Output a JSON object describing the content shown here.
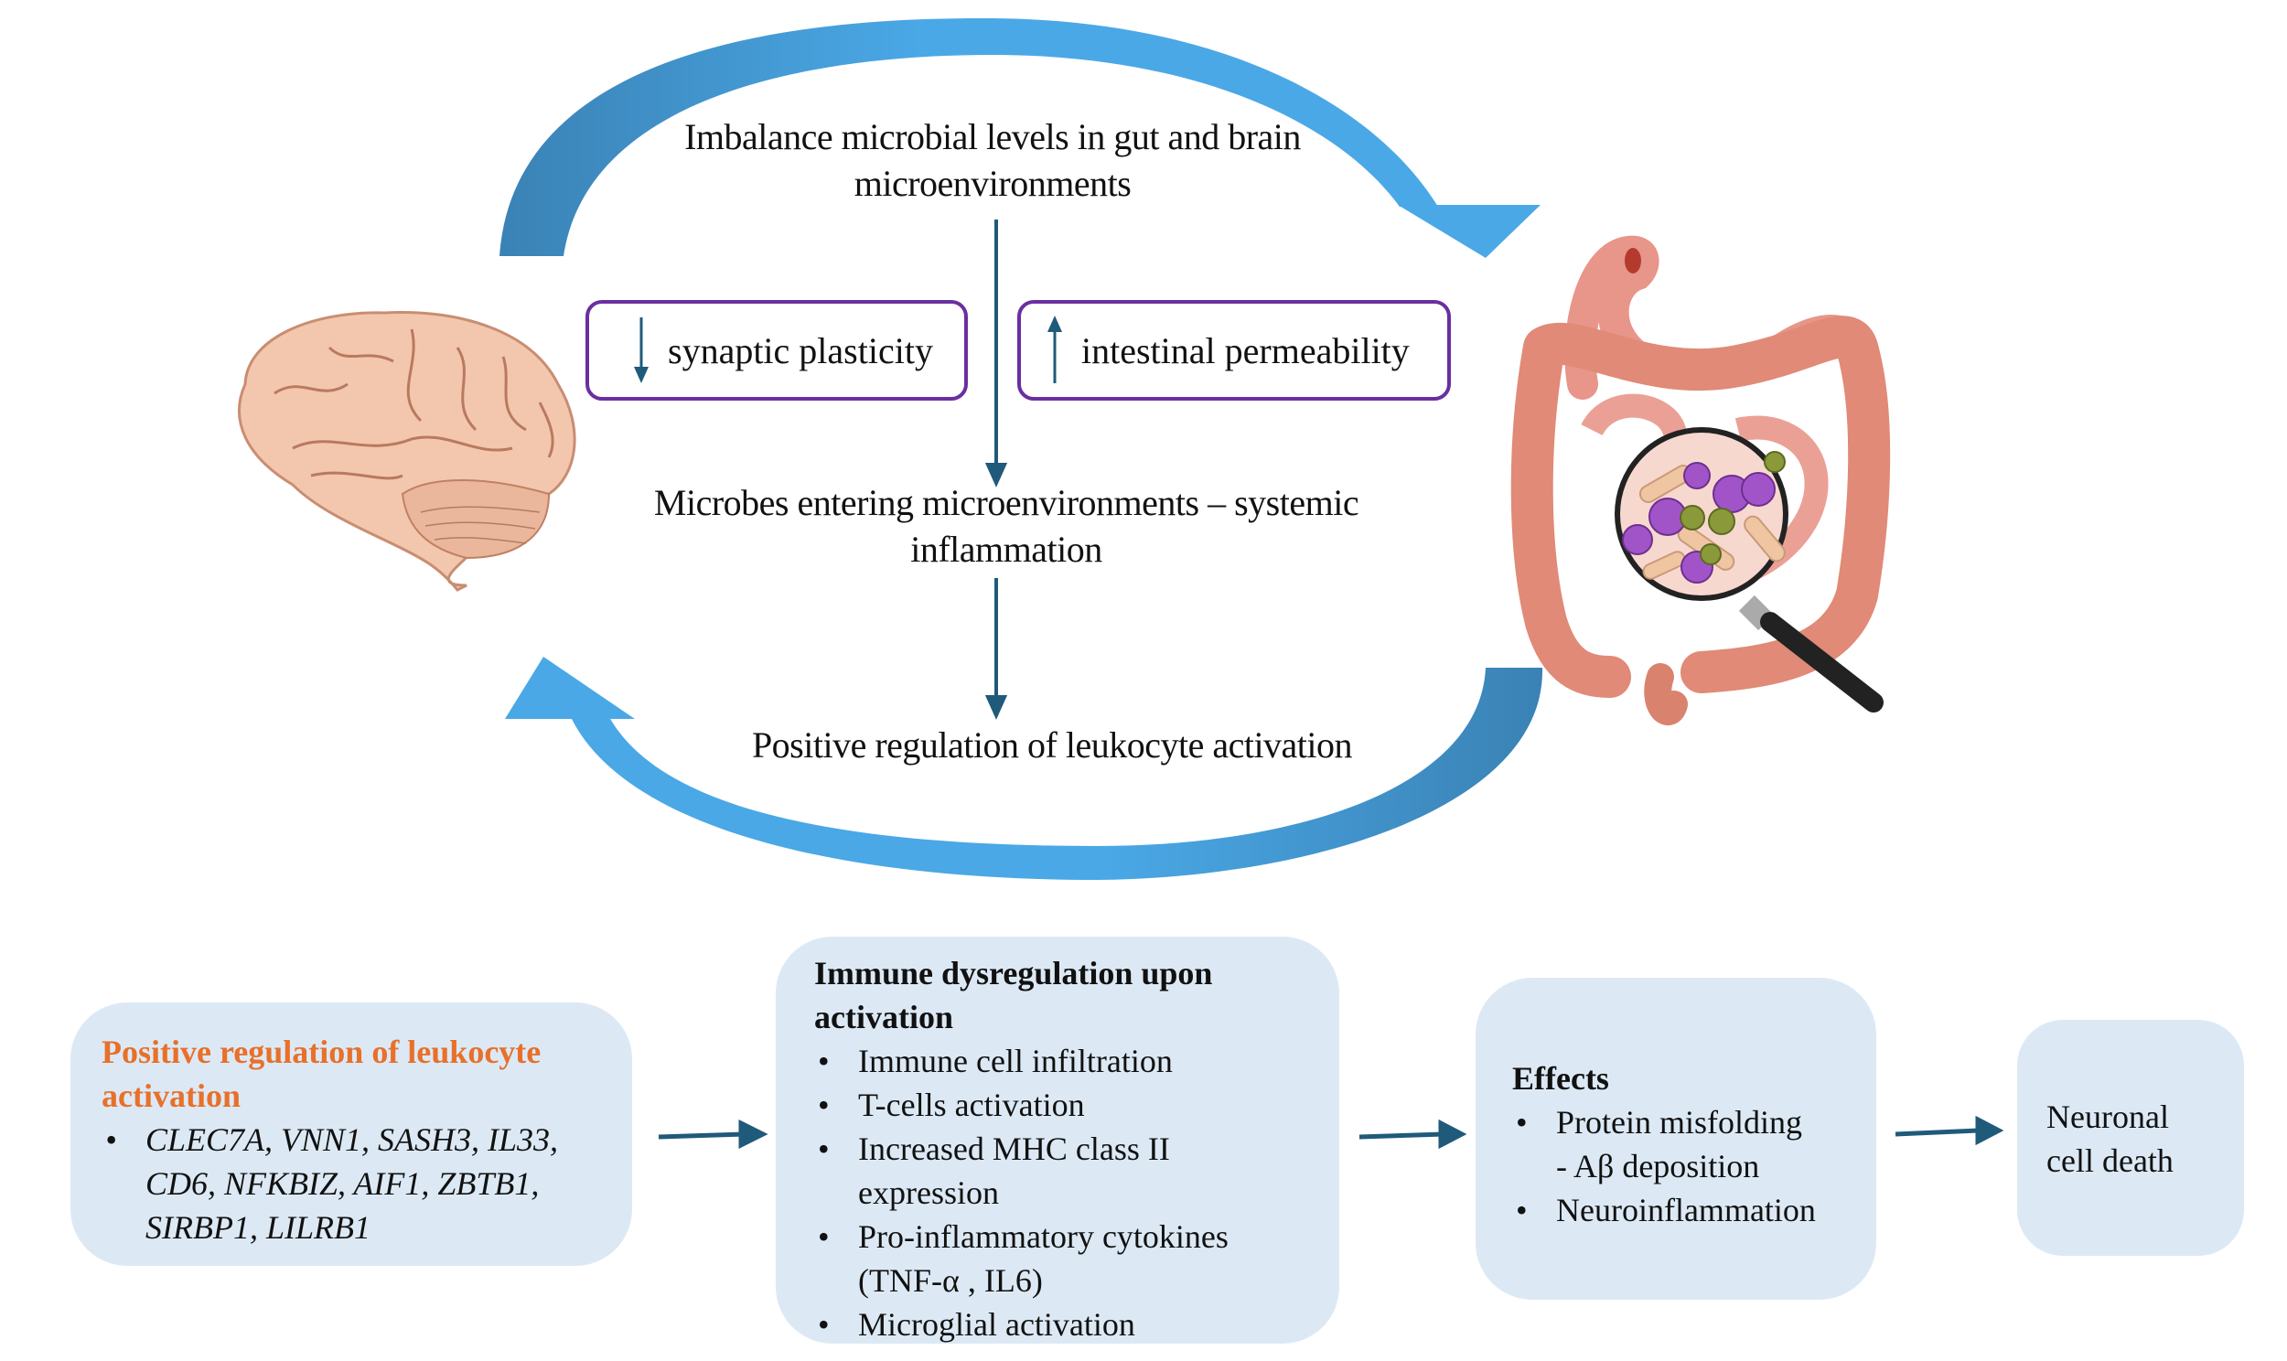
{
  "top_cycle": {
    "top_text": [
      "Imbalance microbial levels in gut and brain",
      "microenvironments"
    ],
    "left_box": {
      "arrow": "down-arrow",
      "label": "synaptic plasticity"
    },
    "right_box": {
      "arrow": "up-arrow",
      "label": "intestinal permeability"
    },
    "middle_text": [
      "Microbes entering microenvironments – systemic",
      "inflammation"
    ],
    "bottom_text": "Positive regulation of leukocyte activation",
    "images": {
      "left": "brain-illustration",
      "right": "intestine-with-magnifier-illustration"
    }
  },
  "flow": {
    "box1": {
      "heading": [
        "Positive regulation of leukocyte",
        "activation"
      ],
      "items": [
        "CLEC7A, VNN1, SASH3, IL33,",
        "CD6, NFKBIZ, AIF1, ZBTB1,",
        "SIRBP1, LILRB1"
      ]
    },
    "box2": {
      "heading": [
        "Immune dysregulation upon",
        "activation"
      ],
      "items": [
        [
          "Immune cell infiltration"
        ],
        [
          "T-cells activation"
        ],
        [
          "Increased MHC class II",
          "expression"
        ],
        [
          "Pro-inflammatory cytokines",
          "(TNF-α , IL6)"
        ],
        [
          "Microglial activation"
        ]
      ]
    },
    "box3": {
      "heading": "Effects",
      "items": [
        [
          "Protein misfolding",
          "- Aβ deposition"
        ],
        [
          "Neuroinflammation"
        ]
      ]
    },
    "box4": {
      "text": [
        "Neuronal",
        "cell death"
      ]
    }
  },
  "colors": {
    "cycle_arrow_light": "#4aa8e6",
    "cycle_arrow_dark": "#3a86b8",
    "connector": "#1f5a7a",
    "pill_border": "#6a2fa0",
    "card_bg": "#dce9f5",
    "heading_orange": "#e8702a"
  }
}
